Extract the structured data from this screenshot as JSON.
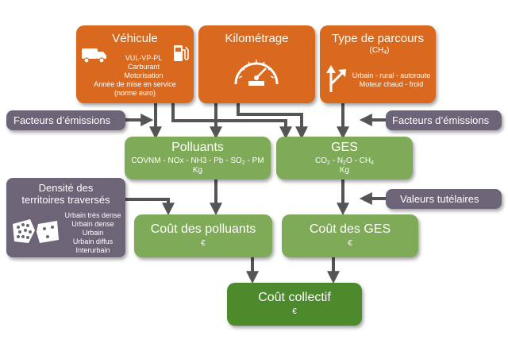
{
  "vehicule": {
    "title": "Véhicule",
    "lines": [
      "VUL-VP-PL",
      "Carburant",
      "Motorisation",
      "Année de mise en service",
      "(norme euro)"
    ]
  },
  "kilometrage": {
    "title": "Kilométrage"
  },
  "parcours": {
    "title": "Type de parcours",
    "sub_prefix": "(CH",
    "sub_index": "4",
    "sub_suffix": ")",
    "lines": [
      "Urbain - rural - autoroute",
      "Moteur chaud - froid"
    ]
  },
  "facteurs_left": "Facteurs d’émissions",
  "facteurs_right": "Facteurs d’émissions",
  "polluants": {
    "title": "Polluants",
    "line_a": "COVNM - NOx - NH3 - Pb - SO",
    "line_a_sub": "2",
    "line_a_end": " - PM",
    "unit": "Kg"
  },
  "ges": {
    "title": "GES",
    "p1": "CO",
    "s1": "2",
    "p2": " - N",
    "s2": "2",
    "p3": "O - CH",
    "s3": "4",
    "unit": "Kg"
  },
  "densite": {
    "title_line1": "Densité des",
    "title_line2": "territoires traversés",
    "items": [
      "Urbain très dense",
      "Urbain dense",
      "Urbain",
      "Urbain diffus",
      "Interurbain"
    ]
  },
  "valeurs": "Valeurs tutélaires",
  "cout_polluants": {
    "title": "Coût des polluants",
    "unit": "€"
  },
  "cout_ges": {
    "title": "Coût des GES",
    "unit": "€"
  },
  "cout_collectif": {
    "title": "Coût collectif",
    "unit": "€"
  },
  "colors": {
    "orange": "#d9691f",
    "green": "#7faa57",
    "dark_green": "#4d8a2c",
    "purple": "#6d6478",
    "arrow": "#555555"
  }
}
